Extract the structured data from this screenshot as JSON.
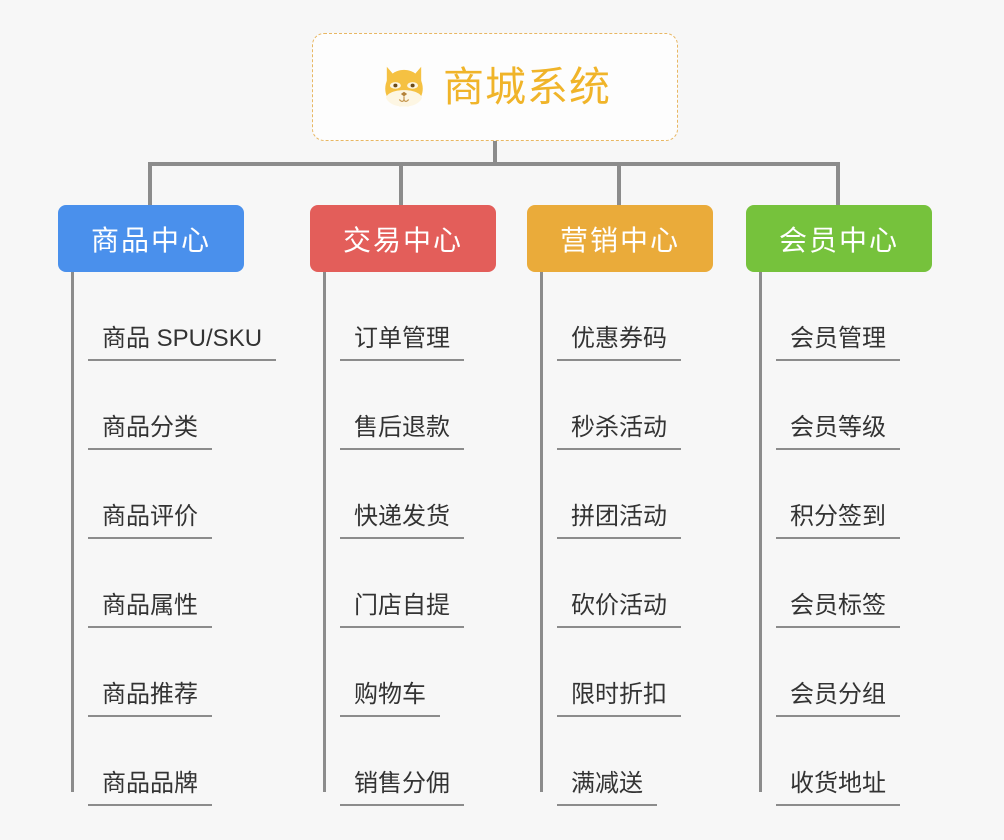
{
  "root": {
    "title": "商城系统",
    "icon": "shiba-dog-icon",
    "border_color": "#e8b763",
    "text_color": "#f0b429"
  },
  "colors": {
    "background": "#f7f7f7",
    "connector": "#8c8c8c",
    "leaf_text": "#333333",
    "branch_blue": "#4a90ec",
    "branch_red": "#e35e5a",
    "branch_orange": "#eaab3a",
    "branch_green": "#76c23c"
  },
  "branches": [
    {
      "label": "商品中心",
      "color": "#4a90ec",
      "leaves": [
        "商品 SPU/SKU",
        "商品分类",
        "商品评价",
        "商品属性",
        "商品推荐",
        "商品品牌"
      ]
    },
    {
      "label": "交易中心",
      "color": "#e35e5a",
      "leaves": [
        "订单管理",
        "售后退款",
        "快递发货",
        "门店自提",
        "购物车",
        "销售分佣"
      ]
    },
    {
      "label": "营销中心",
      "color": "#eaab3a",
      "leaves": [
        "优惠券码",
        "秒杀活动",
        "拼团活动",
        "砍价活动",
        "限时折扣",
        "满减送"
      ]
    },
    {
      "label": "会员中心",
      "color": "#76c23c",
      "leaves": [
        "会员管理",
        "会员等级",
        "积分签到",
        "会员标签",
        "会员分组",
        "收货地址"
      ]
    }
  ]
}
